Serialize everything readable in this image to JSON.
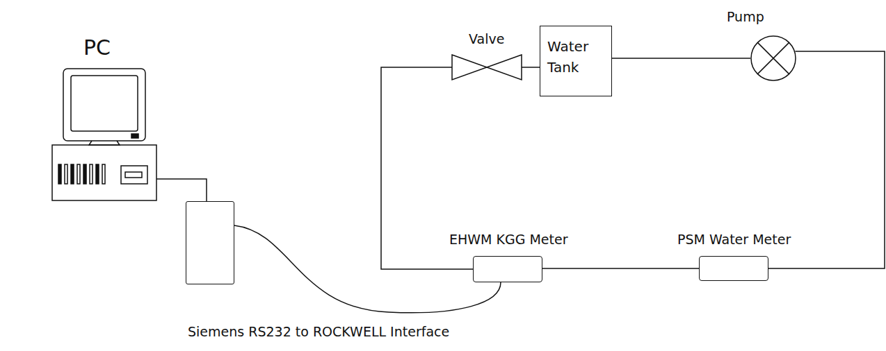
{
  "diagram": {
    "nodes": [
      {
        "text": [
          "PC"
        ]
      },
      {
        "text": [
          "Valve"
        ]
      },
      {
        "text": [
          "Water Tank"
        ]
      },
      {
        "text": [
          "Pump"
        ]
      },
      {
        "text": [
          "EHWM KGG Meter"
        ]
      },
      {
        "text": [
          "PSM Water Meter"
        ]
      },
      {
        "text": [
          "Siemens RS232 to ROCKWELL Interface"
        ]
      }
    ],
    "edges": [
      {
        "from": 0,
        "to": 6,
        "arrow": "none"
      },
      {
        "from": 6,
        "to": 4,
        "arrow": "none"
      },
      {
        "from": 1,
        "to": 2,
        "arrow": "none"
      },
      {
        "from": 2,
        "to": 3,
        "arrow": "none"
      },
      {
        "from": 3,
        "to": 5,
        "arrow": "none"
      },
      {
        "from": 5,
        "to": 4,
        "arrow": "none"
      },
      {
        "from": 4,
        "to": 1,
        "arrow": "none"
      }
    ]
  }
}
